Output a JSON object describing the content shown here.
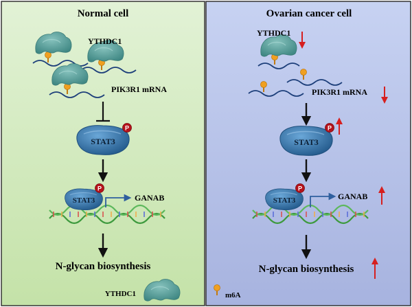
{
  "panels": {
    "normal": {
      "title": "Normal cell",
      "ythdc1_label": "YTHDC1",
      "mrna_label": "PIK3R1 mRNA",
      "stat3_label": "STAT3",
      "stat3_bound_label": "STAT3",
      "phospho_label": "P",
      "target_gene": "GANAB",
      "outcome": "N-glycan biosynthesis"
    },
    "cancer": {
      "title": "Ovarian cancer cell",
      "ythdc1_label": "YTHDC1",
      "mrna_label": "PIK3R1 mRNA",
      "stat3_label": "STAT3",
      "stat3_bound_label": "STAT3",
      "phospho_label": "P",
      "target_gene": "GANAB",
      "outcome": "N-glycan biosynthesis"
    }
  },
  "legend": {
    "protein_label": "YTHDC1",
    "modification_label": "m6A"
  },
  "colors": {
    "normal_bg_top": "#e2f2d6",
    "normal_bg_bottom": "#c4e2a8",
    "cancer_bg_top": "#c7d2f2",
    "cancer_bg_bottom": "#a7b3df",
    "protein_teal": "#5fa3a0",
    "stat3_blue": "#2f6fa6",
    "phospho_red": "#b5121b",
    "m6a_orange": "#f0a020",
    "mrna_blue": "#1d3f7a",
    "arrow_black": "#111111",
    "arrow_red": "#d61f1f"
  }
}
